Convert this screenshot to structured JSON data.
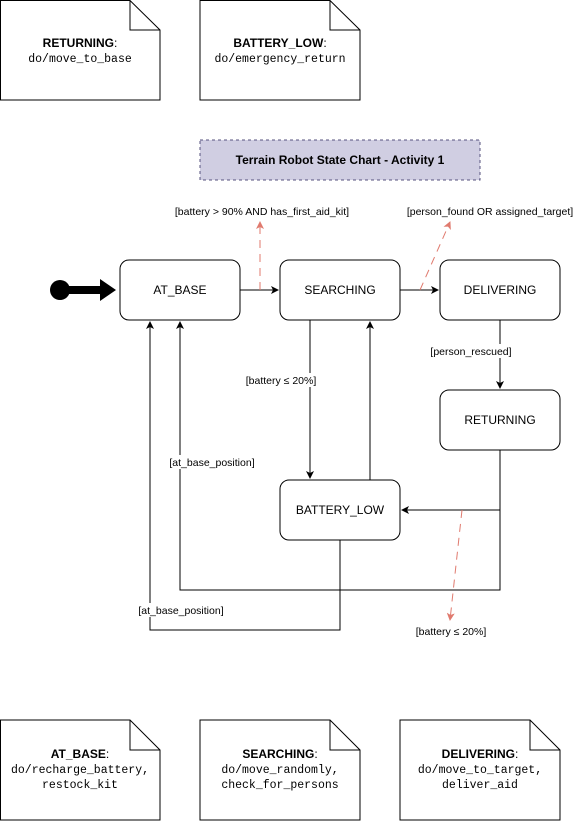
{
  "title": "Terrain Robot State Chart - Activity 1",
  "states": {
    "at_base": "AT_BASE",
    "searching": "SEARCHING",
    "delivering": "DELIVERING",
    "returning": "RETURNING",
    "battery_low": "BATTERY_LOW"
  },
  "notes": {
    "returning": {
      "title": "RETURNING",
      "colon": ":",
      "lines": [
        "do/move_to_base"
      ]
    },
    "battery_low": {
      "title": "BATTERY_LOW",
      "colon": ":",
      "lines": [
        "do/emergency_return"
      ]
    },
    "at_base": {
      "title": "AT_BASE",
      "colon": ":",
      "lines": [
        "do/recharge_battery,",
        "restock_kit"
      ]
    },
    "searching": {
      "title": "SEARCHING",
      "colon": ":",
      "lines": [
        "do/move_randomly,",
        "check_for_persons"
      ]
    },
    "delivering": {
      "title": "DELIVERING",
      "colon": ":",
      "lines": [
        "do/move_to_target,",
        "deliver_aid"
      ]
    }
  },
  "guards": {
    "at_base_to_searching": "[battery > 90% AND has_first_aid_kit]",
    "searching_to_delivering": "[person_found OR assigned_target]",
    "delivering_to_returning": "[person_rescued]",
    "searching_to_battery_low": "[battery ≤ 20%]",
    "returning_to_at_base": "[at_base_position]",
    "battery_low_to_at_base": "[at_base_position]",
    "returning_to_battery_low": "[battery ≤ 20%]"
  },
  "colors": {
    "title_fill": "#d0cee2",
    "title_border": "#56517e",
    "guard_arrow": "#e07a6e",
    "stroke": "#000000"
  }
}
